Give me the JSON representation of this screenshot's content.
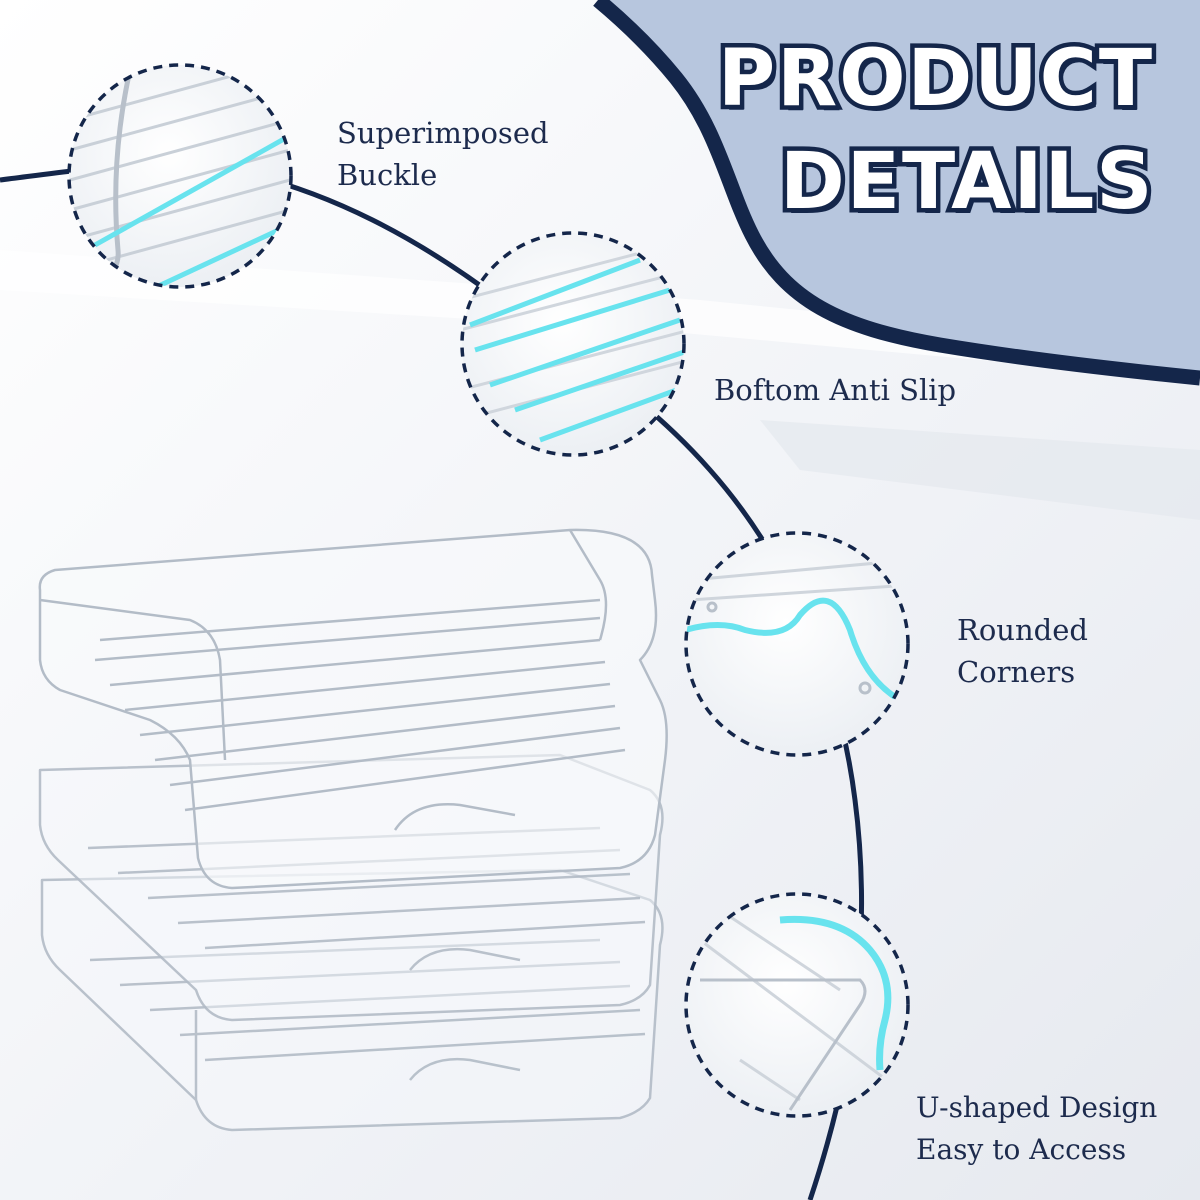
{
  "header": {
    "title_line1": "PRODUCT",
    "title_line2": "DETAILS"
  },
  "features": [
    {
      "line1": "Superimposed",
      "line2": "Buckle",
      "icon": "buckle-detail-image"
    },
    {
      "line1": "Boftom Anti Slip",
      "icon": "anti-slip-detail-image"
    },
    {
      "line1": "Rounded",
      "line2": "Corners",
      "icon": "rounded-corner-detail-image"
    },
    {
      "line1": "U-shaped Design",
      "line2": "Easy to Access",
      "icon": "u-shaped-detail-image"
    }
  ],
  "colors": {
    "navy": "#14264a",
    "header_panel": "#b7c6de",
    "highlight": "#68e3ee",
    "text": "#1d2b4d"
  }
}
